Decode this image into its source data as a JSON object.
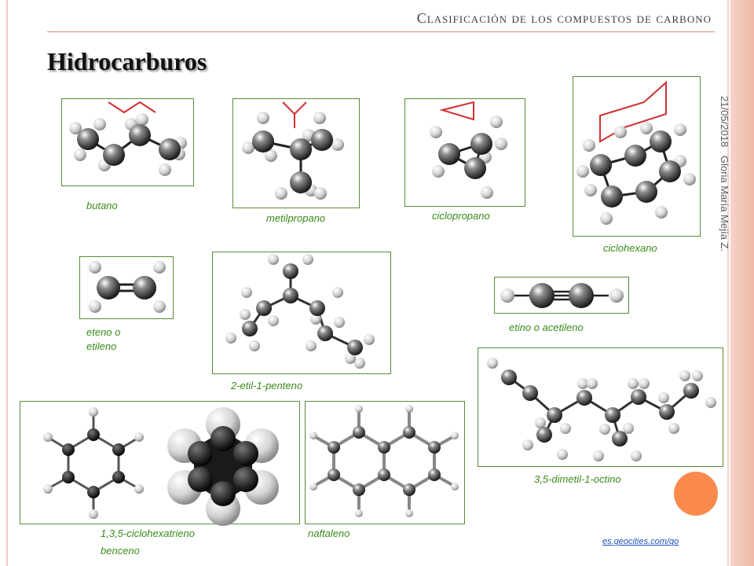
{
  "header": {
    "title": "Clasificación de los compuestos de carbono"
  },
  "page": {
    "title": "Hidrocarburos"
  },
  "sidebar": {
    "date": "21/05/2018",
    "author": "Gloria María Mejía Z."
  },
  "molecules": {
    "butano": "butano",
    "metilpropano": "metilpropano",
    "ciclopropano": "ciclopropano",
    "ciclohexano": "ciclohexano",
    "eteno_line1": "eteno o",
    "eteno_line2": "etileno",
    "penteno": "2-etil-1-penteno",
    "etino": "etino o acetileno",
    "octino": "3,5-dimetil-1-octino",
    "benceno_line1": "1,3,5-ciclohexatrieno",
    "benceno_line2": "benceno",
    "naftaleno": "naftaleno"
  },
  "source": {
    "link": "es.geocities.com/qo"
  },
  "colors": {
    "accent": "#fa8a4c",
    "caption": "#3a8a1a",
    "frame": "#5a8a3a",
    "skeletal": "#d03030"
  }
}
